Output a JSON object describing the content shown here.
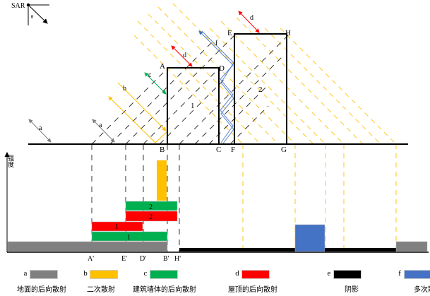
{
  "sar": {
    "label": "SAR",
    "angle_label": "θ"
  },
  "points": {
    "A": "A",
    "B": "B",
    "C": "C",
    "D": "D",
    "E": "E",
    "F": "F",
    "G": "G",
    "H": "H"
  },
  "projected_points": {
    "A": "A'",
    "E": "E'",
    "D": "D'",
    "B": "B'",
    "H": "H'"
  },
  "buildings": [
    "1",
    "2"
  ],
  "arrows": {
    "a1": "a",
    "a2": "a",
    "b": "b",
    "c": "c",
    "d1": "d",
    "d2": "d",
    "f": "f"
  },
  "y_axis_label": "强度",
  "bars": {
    "green1": "1",
    "red1": "1",
    "red2": "2",
    "green2": "2"
  },
  "colors": {
    "ground": "#808080",
    "double": "#FFC000",
    "wall": "#00B050",
    "roof": "#FF0000",
    "shadow": "#000000",
    "multiple": "#4472C4"
  },
  "legend": [
    {
      "letter": "a",
      "label": "地面的后向散射",
      "color": "#808080"
    },
    {
      "letter": "b",
      "label": "二次散射",
      "color": "#FFC000"
    },
    {
      "letter": "c",
      "label": "建筑墙体的后向散射",
      "color": "#00B050"
    },
    {
      "letter": "d",
      "label": "屋顶的后向散射",
      "color": "#FF0000"
    },
    {
      "letter": "e",
      "label": "阴影",
      "color": "#000000"
    },
    {
      "letter": "f",
      "label": "多次散射",
      "color": "#4472C4"
    }
  ]
}
